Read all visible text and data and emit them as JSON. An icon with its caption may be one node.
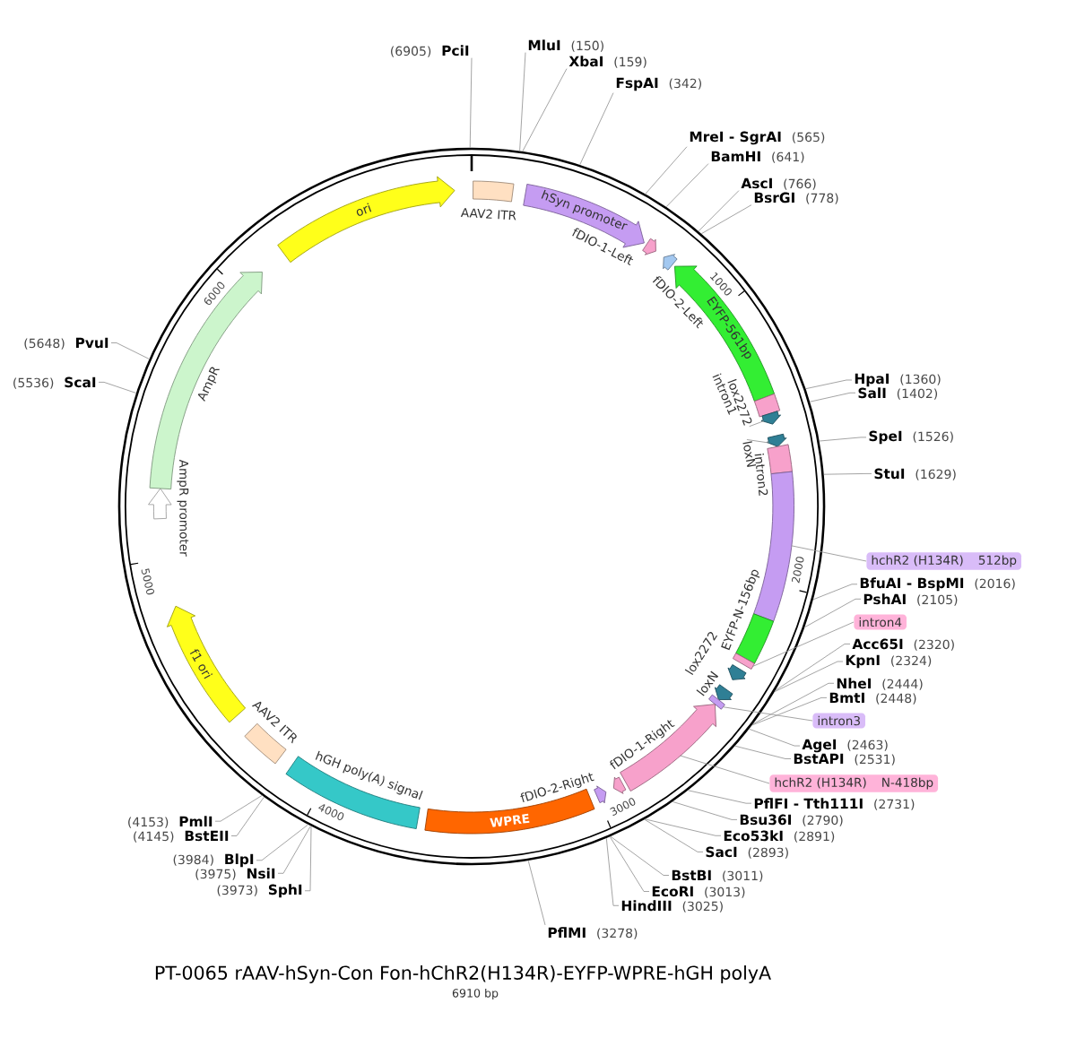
{
  "diagram": {
    "title": "PT-0065 rAAV-hSyn-Con Fon-hChR2(H134R)-EYFP-WPRE-hGH polyA",
    "caption": "6910 bp",
    "nodes": [
      {
        "text": [],
        "shape": "circle"
      },
      {
        "text": [
          "ori"
        ],
        "in": 0
      },
      {
        "text": [
          "AAV2 ITR"
        ],
        "in": 0
      },
      {
        "text": [
          "hSyn promoter"
        ],
        "in": 0
      },
      {
        "text": [
          "fDIO-1-Left"
        ],
        "in": 0
      },
      {
        "text": [
          "fDIO-2-Left"
        ],
        "in": 0
      },
      {
        "text": [
          "EYFP-561bp"
        ],
        "in": 0
      },
      {
        "text": [
          "intron1"
        ],
        "in": 0
      },
      {
        "text": [],
        "shape": "arrow",
        "in": 0
      },
      {
        "text": [],
        "shape": "arrow",
        "in": 0
      },
      {
        "text": [
          "intron2"
        ],
        "in": 0
      },
      {
        "text": [],
        "shape": "bar",
        "in": 0
      },
      {
        "text": [
          "EYFP-N-156bp"
        ],
        "in": 0
      },
      {
        "text": [],
        "shape": "bar",
        "in": 0
      },
      {
        "text": [
          "lox2272"
        ],
        "in": 0
      },
      {
        "text": [
          "loxN"
        ],
        "in": 0
      },
      {
        "text": [],
        "shape": "bar",
        "in": 0
      },
      {
        "text": [],
        "shape": "arrow",
        "in": 0
      },
      {
        "text": [
          "fDIO-1-Right"
        ],
        "in": 0
      },
      {
        "text": [
          "fDIO-2-Right"
        ],
        "in": 0
      },
      {
        "text": [
          "WPRE"
        ],
        "in": 0
      },
      {
        "text": [
          "hGH poly(A) signal"
        ],
        "in": 0
      },
      {
        "text": [
          "AAV2 ITR"
        ],
        "in": 0
      },
      {
        "text": [
          "f1 ori"
        ],
        "in": 0
      },
      {
        "text": [
          "AmpR promoter"
        ],
        "in": 0
      },
      {
        "text": [
          "AmpR"
        ],
        "in": 0
      },
      {
        "text": [
          "lox2272"
        ],
        "in": 0
      },
      {
        "text": [
          "loxN"
        ],
        "in": 0
      },
      {
        "text": [
          "hchR2 (H134R)",
          "512bp"
        ]
      },
      {
        "text": [
          "intron4"
        ]
      },
      {
        "text": [
          "intron3"
        ]
      },
      {
        "text": [
          "hchR2 (H134R)",
          "N-418bp"
        ]
      },
      {
        "text": [
          "(6905)",
          "PciI"
        ]
      },
      {
        "text": [
          "MluI",
          "(150)"
        ]
      },
      {
        "text": [
          "XbaI",
          "(159)"
        ]
      },
      {
        "text": [
          "FspAI",
          "(342)"
        ]
      },
      {
        "text": [
          "MreI - SgrAI",
          "(565)"
        ]
      },
      {
        "text": [
          "BamHI",
          "(641)"
        ]
      },
      {
        "text": [
          "AscI",
          "(766)"
        ]
      },
      {
        "text": [
          "BsrGI",
          "(778)"
        ]
      },
      {
        "text": [
          "HpaI",
          "(1360)"
        ]
      },
      {
        "text": [
          "SalI",
          "(1402)"
        ]
      },
      {
        "text": [
          "SpeI",
          "(1526)"
        ]
      },
      {
        "text": [
          "StuI",
          "(1629)"
        ]
      },
      {
        "text": [
          "BfuAI - BspMI",
          "(2016)"
        ]
      },
      {
        "text": [
          "PshAI",
          "(2105)"
        ]
      },
      {
        "text": [
          "Acc65I",
          "(2320)"
        ]
      },
      {
        "text": [
          "KpnI",
          "(2324)"
        ]
      },
      {
        "text": [
          "NheI",
          "(2444)"
        ]
      },
      {
        "text": [
          "BmtI",
          "(2448)"
        ]
      },
      {
        "text": [
          "AgeI",
          "(2463)"
        ]
      },
      {
        "text": [
          "BstAPI",
          "(2531)"
        ]
      },
      {
        "text": [
          "PflFI - Tth111I",
          "(2731)"
        ]
      },
      {
        "text": [
          "Bsu36I",
          "(2790)"
        ]
      },
      {
        "text": [
          "Eco53kI",
          "(2891)"
        ]
      },
      {
        "text": [
          "SacI",
          "(2893)"
        ]
      },
      {
        "text": [
          "BstBI",
          "(3011)"
        ]
      },
      {
        "text": [
          "EcoRI",
          "(3013)"
        ]
      },
      {
        "text": [
          "HindIII",
          "(3025)"
        ]
      },
      {
        "text": [
          "PflMI",
          "(3278)"
        ]
      },
      {
        "text": [
          "(3973)",
          "SphI"
        ]
      },
      {
        "text": [
          "(3975)",
          "NsiI"
        ]
      },
      {
        "text": [
          "(3984)",
          "BlpI"
        ]
      },
      {
        "text": [
          "(4145)",
          "BstEII"
        ]
      },
      {
        "text": [
          "(4153)",
          "PmlI"
        ]
      },
      {
        "text": [
          "(5536)",
          "ScaI"
        ]
      },
      {
        "text": [
          "(5648)",
          "PvuI"
        ]
      }
    ],
    "edges": [
      {
        "from": 26,
        "to": 8,
        "arrow": "none"
      },
      {
        "from": 27,
        "to": 9,
        "arrow": "none"
      },
      {
        "from": 28,
        "to": 11,
        "arrow": "none"
      },
      {
        "from": 29,
        "to": 13,
        "arrow": "none"
      },
      {
        "from": 30,
        "to": 16,
        "arrow": "none"
      },
      {
        "from": 31,
        "to": 17,
        "arrow": "none"
      },
      {
        "from": 32,
        "to": 0,
        "arrow": "none"
      },
      {
        "from": 33,
        "to": 0,
        "arrow": "none"
      },
      {
        "from": 34,
        "to": 0,
        "arrow": "none"
      },
      {
        "from": 35,
        "to": 0,
        "arrow": "none"
      },
      {
        "from": 36,
        "to": 0,
        "arrow": "none"
      },
      {
        "from": 37,
        "to": 0,
        "arrow": "none"
      },
      {
        "from": 38,
        "to": 0,
        "arrow": "none"
      },
      {
        "from": 39,
        "to": 0,
        "arrow": "none"
      },
      {
        "from": 40,
        "to": 0,
        "arrow": "none"
      },
      {
        "from": 41,
        "to": 0,
        "arrow": "none"
      },
      {
        "from": 42,
        "to": 0,
        "arrow": "none"
      },
      {
        "from": 43,
        "to": 0,
        "arrow": "none"
      },
      {
        "from": 44,
        "to": 0,
        "arrow": "none"
      },
      {
        "from": 45,
        "to": 0,
        "arrow": "none"
      },
      {
        "from": 46,
        "to": 0,
        "arrow": "none"
      },
      {
        "from": 47,
        "to": 0,
        "arrow": "none"
      },
      {
        "from": 48,
        "to": 0,
        "arrow": "none"
      },
      {
        "from": 49,
        "to": 0,
        "arrow": "none"
      },
      {
        "from": 50,
        "to": 0,
        "arrow": "none"
      },
      {
        "from": 51,
        "to": 0,
        "arrow": "none"
      },
      {
        "from": 52,
        "to": 0,
        "arrow": "none"
      },
      {
        "from": 53,
        "to": 0,
        "arrow": "none"
      },
      {
        "from": 54,
        "to": 0,
        "arrow": "none"
      },
      {
        "from": 55,
        "to": 0,
        "arrow": "none"
      },
      {
        "from": 56,
        "to": 0,
        "arrow": "none"
      },
      {
        "from": 57,
        "to": 0,
        "arrow": "none"
      },
      {
        "from": 58,
        "to": 0,
        "arrow": "none"
      },
      {
        "from": 59,
        "to": 0,
        "arrow": "none"
      },
      {
        "from": 60,
        "to": 0,
        "arrow": "none"
      },
      {
        "from": 61,
        "to": 0,
        "arrow": "none"
      },
      {
        "from": 62,
        "to": 0,
        "arrow": "none"
      },
      {
        "from": 63,
        "to": 0,
        "arrow": "none"
      },
      {
        "from": 64,
        "to": 0,
        "arrow": "none"
      },
      {
        "from": 65,
        "to": 0,
        "arrow": "none"
      },
      {
        "from": 66,
        "to": 0,
        "arrow": "none"
      }
    ],
    "labels": [
      "1000",
      "2000",
      "3000",
      "4000",
      "5000",
      "6000"
    ]
  }
}
